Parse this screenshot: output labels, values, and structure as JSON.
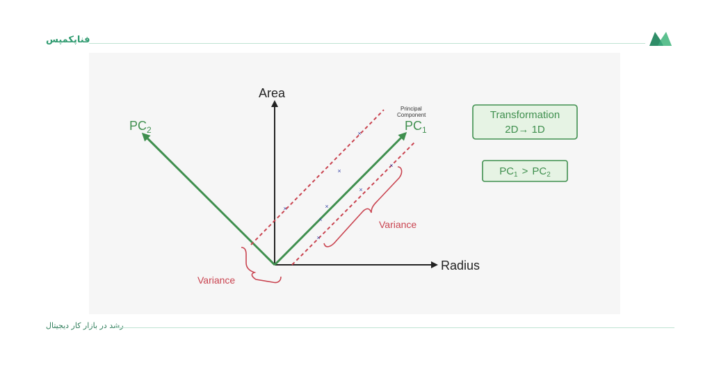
{
  "header": {
    "brand": "فناپکمپس",
    "logo_icon": "leaf-m-logo-icon"
  },
  "footer": {
    "tagline": "رشد در بازار کار دیجیتال"
  },
  "diagram": {
    "y_axis": "Area",
    "x_axis": "Radius",
    "pc1_caption_line1": "Principal",
    "pc1_caption_line2": "Component",
    "pc1": "PC",
    "pc1_sub": "1",
    "pc2": "PC",
    "pc2_sub": "2",
    "variance_major": "Variance",
    "variance_minor": "Variance",
    "box1_line1": "Transformation",
    "box1_line2": "2D→ 1D",
    "box2_a": "PC",
    "box2_a_sub": "1",
    "box2_op": ">",
    "box2_b": "PC",
    "box2_b_sub": "2",
    "points_marker": "×",
    "colors": {
      "green": "#3f8f4e",
      "red": "#c9434f",
      "axis": "#222222",
      "point": "#3f4aa8",
      "box_fill": "#e6f3e4"
    }
  }
}
